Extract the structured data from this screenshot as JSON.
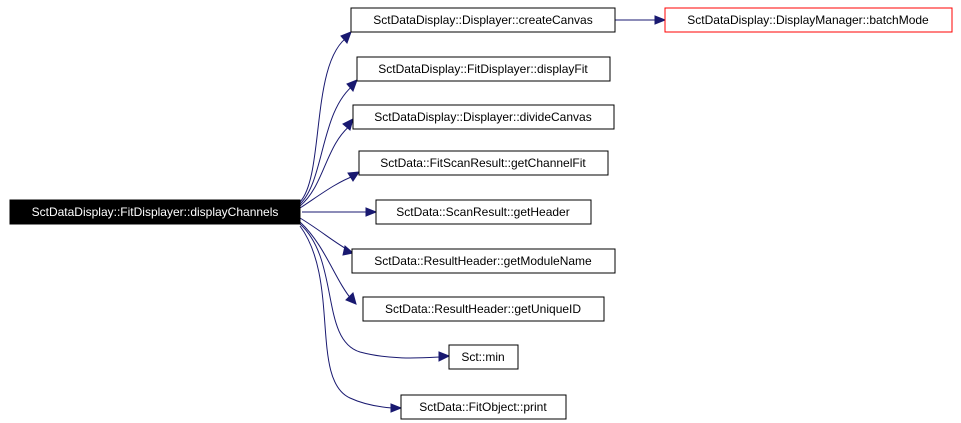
{
  "colors": {
    "edge": "#191970",
    "root_fill": "#000000",
    "root_text": "#ffffff",
    "node_border": "#000000",
    "external_border": "#ff0000"
  },
  "root": {
    "label": "SctDataDisplay::FitDisplayer::displayChannels"
  },
  "callees": [
    {
      "label": "SctDataDisplay::Displayer::createCanvas"
    },
    {
      "label": "SctDataDisplay::FitDisplayer::displayFit"
    },
    {
      "label": "SctDataDisplay::Displayer::divideCanvas"
    },
    {
      "label": "SctData::FitScanResult::getChannelFit"
    },
    {
      "label": "SctData::ScanResult::getHeader"
    },
    {
      "label": "SctData::ResultHeader::getModuleName"
    },
    {
      "label": "SctData::ResultHeader::getUniqueID"
    },
    {
      "label": "Sct::min"
    },
    {
      "label": "SctData::FitObject::print"
    }
  ],
  "second_level": [
    {
      "label": "SctDataDisplay::DisplayManager::batchMode"
    }
  ]
}
